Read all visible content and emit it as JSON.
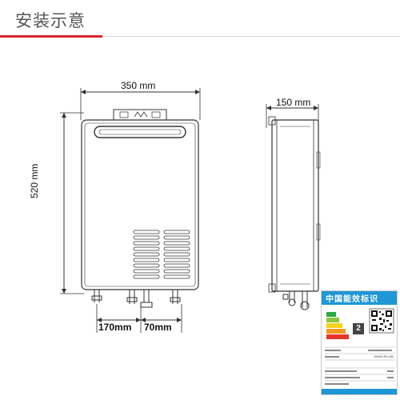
{
  "page": {
    "title": "安装示意"
  },
  "dimensions": {
    "front_width": "350 mm",
    "front_height": "520 mm",
    "side_depth": "150 mm",
    "bottom_left_spacing": "170mm",
    "bottom_right_spacing": "70mm"
  },
  "energy_label": {
    "title": "中国能效标识",
    "grade": "2",
    "model_value": "JSW32-PH-16K",
    "colors": {
      "header": "#1f97d5",
      "grade_scale": [
        "#2aa846",
        "#8dc63f",
        "#f6d31c",
        "#f39a1e",
        "#e5352b"
      ]
    }
  },
  "colors": {
    "accent": "#d7262c",
    "line": "#333333"
  }
}
